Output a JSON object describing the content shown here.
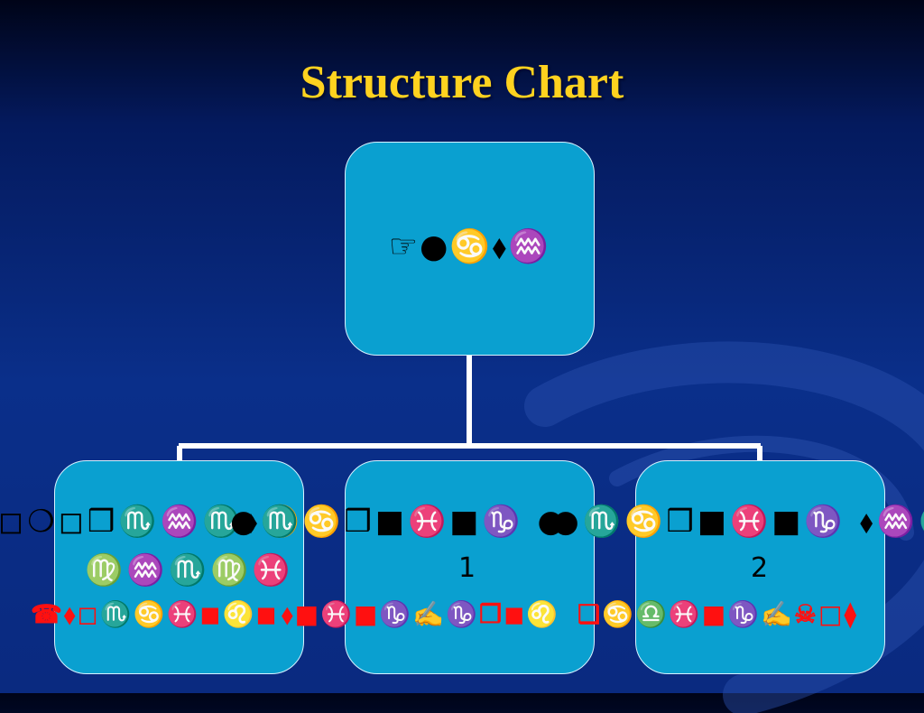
{
  "slide": {
    "title": "Structure Chart"
  },
  "diagram": {
    "root": {
      "label": "☞●♋⬧♒"
    },
    "children": [
      {
        "line1": "◻❍◻❒♏♒♏⬧♋",
        "line2": "♍♒♏♍♓",
        "line3": "☎⬧◻♏♋♓◼♌◼"
      },
      {
        "line1": "●♏♋❒■♓■♑ ●",
        "line2": "1",
        "line3": "⬧■♓■♑✍♑❒◼♌"
      },
      {
        "line1": "●♏♋❒■♓■♑  ⬧♒♏",
        "line2": "2",
        "line3": "❑♋♎♓■♑✍☠□⧫"
      }
    ]
  },
  "colors": {
    "title": "#ffd21f",
    "box": "#0aa0d0",
    "connector": "#ffffff",
    "emph": "#ff1010"
  }
}
